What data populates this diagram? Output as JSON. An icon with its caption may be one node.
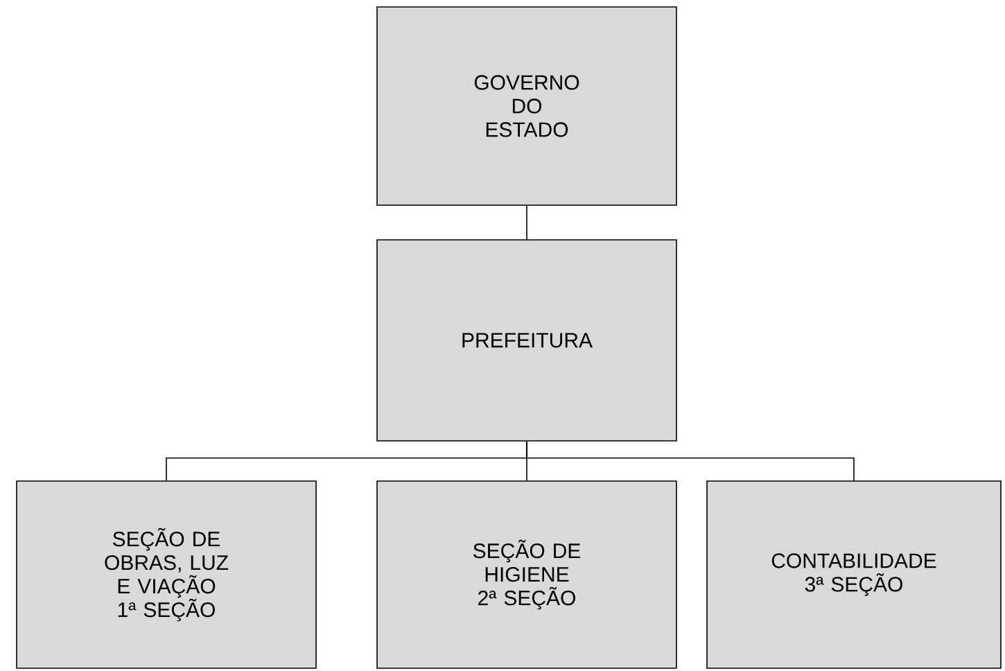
{
  "diagram": {
    "nodes": [
      {
        "text": [
          "GOVERNO DO ESTADO"
        ]
      },
      {
        "text": [
          "PREFEITURA"
        ]
      },
      {
        "text": [
          "SEÇÃO DE OBRAS, LUZ E VIAÇÃO 1ª SEÇÃO"
        ]
      },
      {
        "text": [
          "SEÇÃO DE HIGIENE 2ª SEÇÃO"
        ]
      },
      {
        "text": [
          "CONTABILIDADE 3ª SEÇÃO"
        ]
      }
    ],
    "edges": [
      {
        "from": 0,
        "to": 1,
        "arrow": "none"
      },
      {
        "from": 1,
        "to": 2,
        "arrow": "none"
      },
      {
        "from": 1,
        "to": 3,
        "arrow": "none"
      },
      {
        "from": 1,
        "to": 4,
        "arrow": "none"
      }
    ]
  }
}
